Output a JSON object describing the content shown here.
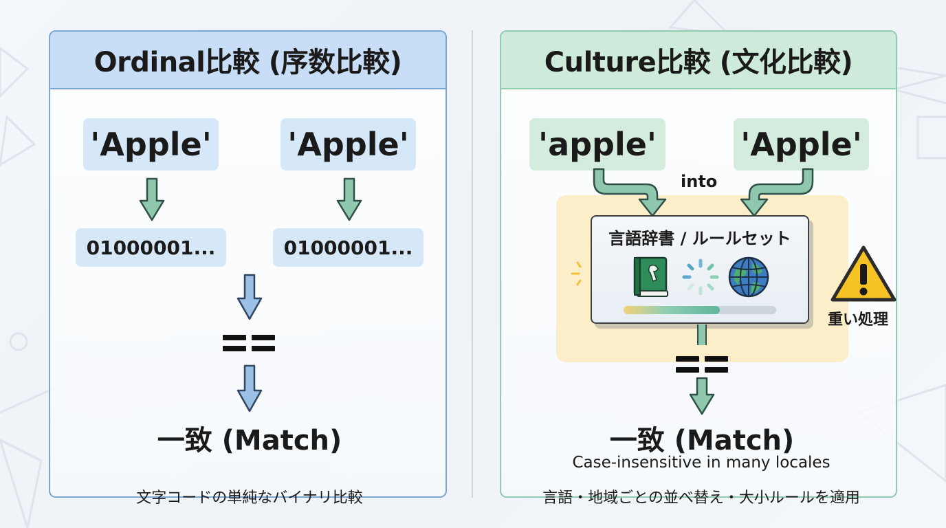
{
  "left": {
    "title": "Ordinal比較 (序数比較)",
    "word_a": "'Apple'",
    "word_b": "'Apple'",
    "bits_a": "01000001...",
    "bits_b": "01000001...",
    "equals": "==",
    "result": "一致 (Match)",
    "caption": "文字コードの単純なバイナリ比較"
  },
  "right": {
    "title": "Culture比較 (文化比較)",
    "word_a": "'apple'",
    "word_b": "'Apple'",
    "into_label": "into",
    "dictionary_title": "言語辞書 / ルールセット",
    "dictionary_progress": 0.63,
    "warning_label": "重い処理",
    "equals": "==",
    "result": "一致 (Match)",
    "subcaption": "Case-insensitive in many locales",
    "caption": "言語・地域ごとの並べ替え・大小ルールを適用"
  },
  "icons": [
    "book-icon",
    "loading-spinner-icon",
    "globe-icon",
    "warning-icon",
    "sparkle-icon",
    "arrow-down-icon"
  ],
  "colors": {
    "blue_accent": "#7aa6d6",
    "blue_header": "#c8def6",
    "green_accent": "#8fcbae",
    "green_header": "#cdeada",
    "arrow_fill": "#8fc8ae",
    "arrow_blue": "#9cc0e6",
    "highlight_zone": "#fbeec9",
    "warning": "#f6c324"
  }
}
